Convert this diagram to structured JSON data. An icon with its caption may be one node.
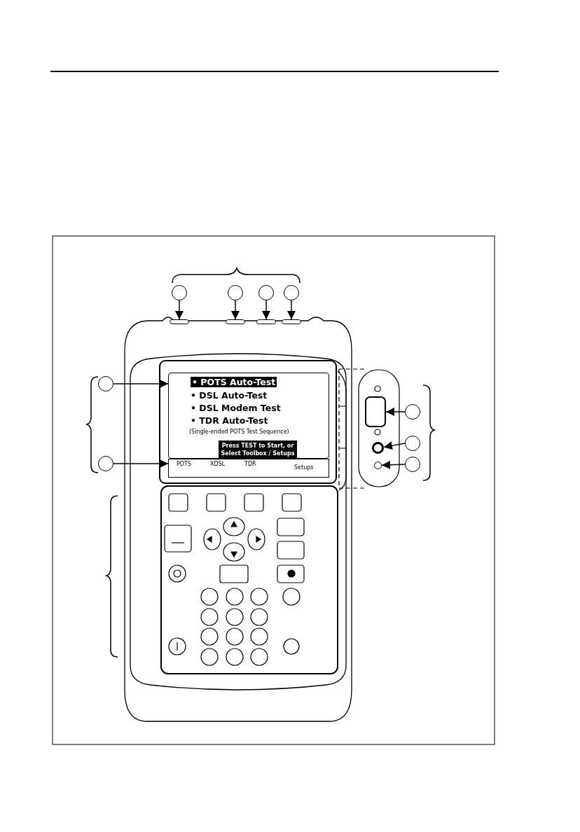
{
  "diagram": {
    "nodes": [
      {
        "text": [],
        "shape": "circle"
      },
      {
        "text": [],
        "shape": "circle"
      },
      {
        "text": [],
        "shape": "circle"
      },
      {
        "text": [],
        "shape": "circle"
      },
      {
        "text": [],
        "shape": "circle"
      },
      {
        "text": [],
        "shape": "circle"
      },
      {
        "text": [],
        "shape": "circle"
      },
      {
        "text": [],
        "shape": "circle"
      },
      {
        "text": [],
        "shape": "circle"
      },
      {
        "text": [],
        "shape": "box"
      },
      {
        "text": [],
        "shape": "box"
      },
      {
        "text": [],
        "shape": "box"
      },
      {
        "text": [],
        "shape": "box"
      },
      {
        "text": [],
        "shape": "box"
      },
      {
        "text": [],
        "shape": "bar"
      },
      {
        "text": [],
        "shape": "box"
      },
      {
        "text": [],
        "shape": "circle"
      },
      {
        "text": [],
        "shape": "circle"
      }
    ],
    "edges": [
      {
        "from": 0,
        "to": 9,
        "arrow": "to"
      },
      {
        "from": 1,
        "to": 10,
        "arrow": "to"
      },
      {
        "from": 2,
        "to": 11,
        "arrow": "to"
      },
      {
        "from": 3,
        "to": 12,
        "arrow": "to"
      },
      {
        "from": 4,
        "to": 13,
        "arrow": "to"
      },
      {
        "from": 5,
        "to": 14,
        "arrow": "to"
      },
      {
        "from": 6,
        "to": 15,
        "arrow": "to"
      },
      {
        "from": 7,
        "to": 16,
        "arrow": "to"
      },
      {
        "from": 8,
        "to": 17,
        "arrow": "to"
      }
    ],
    "labels": [
      "• POTS Auto-Test",
      "• DSL Auto-Test",
      "• DSL Modem Test",
      "• TDR Auto-Test",
      "(Single-ended POTS Test Sequence)",
      "Press TEST to Start, or Select Toolbox / Setups",
      "POTS",
      "XDSL",
      "TDR",
      "Setups"
    ]
  }
}
